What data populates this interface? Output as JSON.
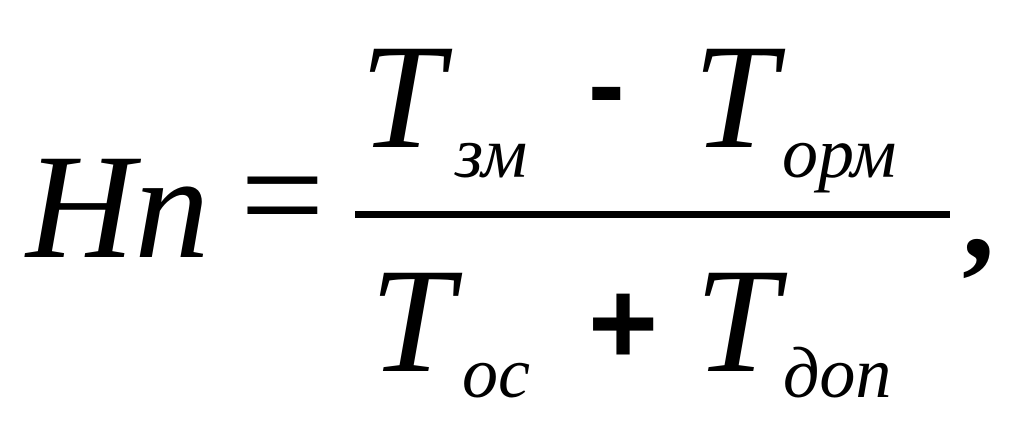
{
  "formula": {
    "lhs": "Нп",
    "equals": "=",
    "numerator": {
      "term1_main": "T",
      "term1_sub": "зм",
      "operator": "-",
      "term2_main": "T",
      "term2_sub": "орм"
    },
    "denominator": {
      "term1_main": "T",
      "term1_sub": "ос",
      "operator": "+",
      "term2_main": "T",
      "term2_sub": "доп"
    },
    "trailing": ","
  }
}
